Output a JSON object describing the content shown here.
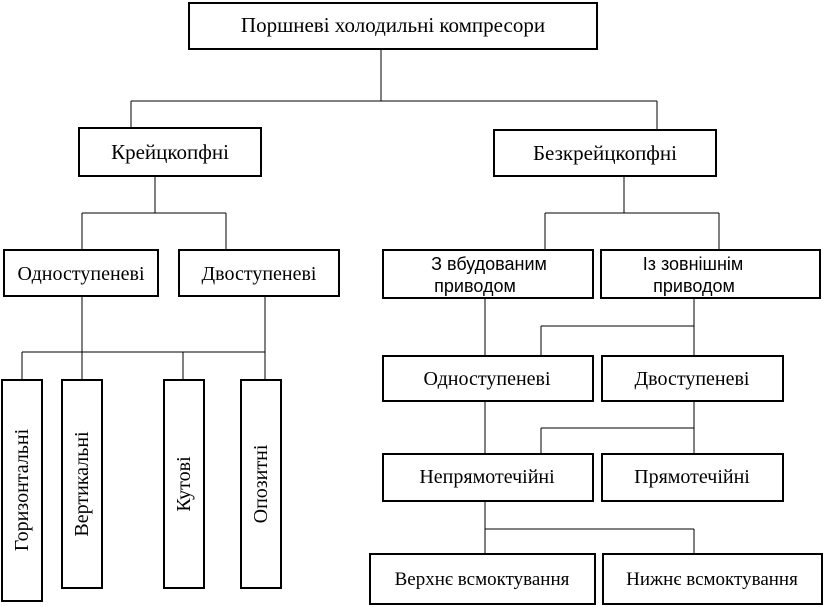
{
  "diagram": {
    "root": "Поршневі холодильні компресори",
    "left": {
      "title": "Крейцкопфні",
      "stages": [
        "Одноступеневі",
        "Двоступеневі"
      ],
      "types": [
        "Горизонтальні",
        "Вертикальні",
        "Кутові",
        "Опозитні"
      ]
    },
    "right": {
      "title": "Безкрейцкопфні",
      "drive_builtin": [
        "З вбудованим",
        "приводом"
      ],
      "drive_external": [
        "Із зовнішнім",
        "приводом"
      ],
      "stages": [
        "Одноступеневі",
        "Двоступеневі"
      ],
      "flow": [
        "Непрямотечійні",
        "Прямотечійні"
      ],
      "suction": [
        "Верхнє всмоктування",
        "Нижнє всмоктування"
      ]
    }
  }
}
